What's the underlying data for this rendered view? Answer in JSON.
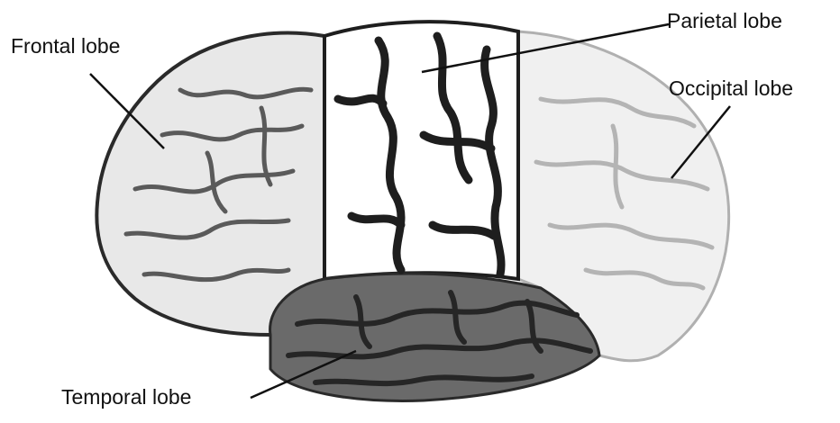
{
  "labels": {
    "frontal": "Frontal lobe",
    "parietal": "Parietal lobe",
    "occipital": "Occipital lobe",
    "temporal": "Temporal lobe"
  },
  "colors": {
    "frontal": "#e8e8e8",
    "parietal": "#ffffff",
    "occipital": "#f0f0f0",
    "temporal": "#6a6a6a",
    "sulci_dark": "#1e1e1e",
    "sulci_light": "#8a8a8a",
    "outline": "#2a2a2a"
  },
  "icons": {
    "diagram": "brain-lateral-view-icon"
  }
}
